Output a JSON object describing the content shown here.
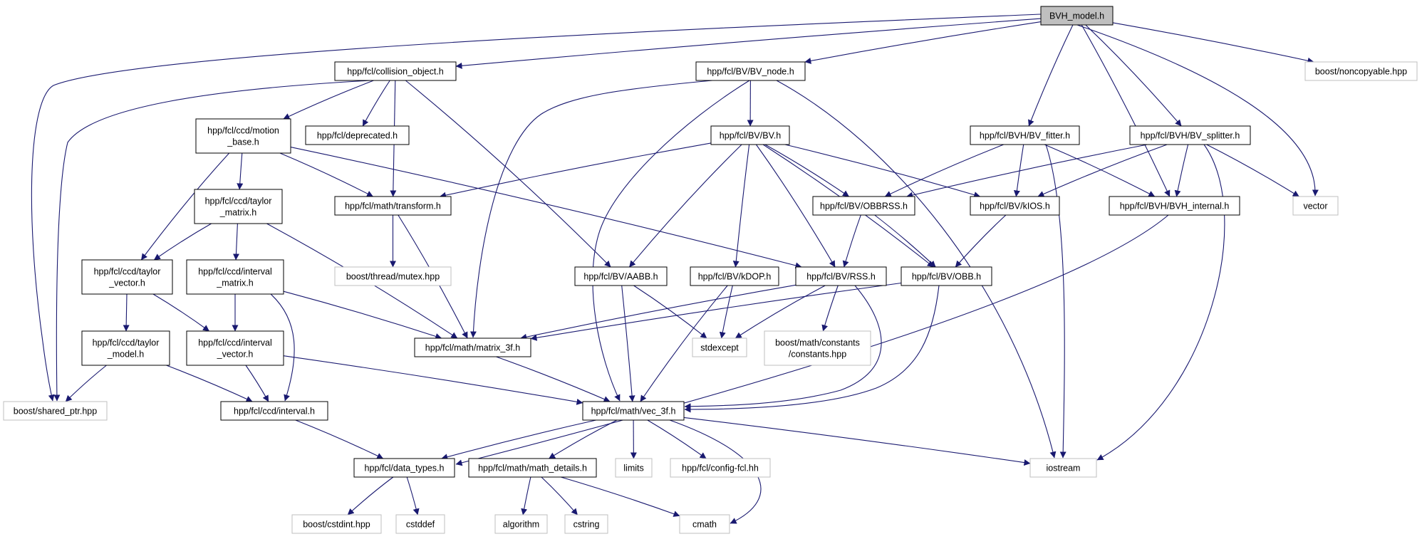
{
  "colors": {
    "edge": "#191970",
    "node_border": "#000000",
    "external_border": "#bfbfbf",
    "root_fill": "#bfbfbf",
    "node_fill": "#ffffff"
  },
  "nodes": [
    {
      "id": "bvh_model",
      "lines": [
        "BVH_model.h"
      ],
      "kind": "root"
    },
    {
      "id": "collision_object",
      "lines": [
        "hpp/fcl/collision_object.h"
      ],
      "kind": "header"
    },
    {
      "id": "bv_node",
      "lines": [
        "hpp/fcl/BV/BV_node.h"
      ],
      "kind": "header"
    },
    {
      "id": "noncopyable",
      "lines": [
        "boost/noncopyable.hpp"
      ],
      "kind": "external"
    },
    {
      "id": "ccd_motion_base",
      "lines": [
        "hpp/fcl/ccd/motion",
        "_base.h"
      ],
      "kind": "header"
    },
    {
      "id": "deprecated",
      "lines": [
        "hpp/fcl/deprecated.h"
      ],
      "kind": "header"
    },
    {
      "id": "bv_bv",
      "lines": [
        "hpp/fcl/BV/BV.h"
      ],
      "kind": "header"
    },
    {
      "id": "bv_fitter",
      "lines": [
        "hpp/fcl/BVH/BV_fitter.h"
      ],
      "kind": "header"
    },
    {
      "id": "bv_splitter",
      "lines": [
        "hpp/fcl/BVH/BV_splitter.h"
      ],
      "kind": "header"
    },
    {
      "id": "taylor_matrix",
      "lines": [
        "hpp/fcl/ccd/taylor",
        "_matrix.h"
      ],
      "kind": "header"
    },
    {
      "id": "math_transform",
      "lines": [
        "hpp/fcl/math/transform.h"
      ],
      "kind": "header"
    },
    {
      "id": "obbrss",
      "lines": [
        "hpp/fcl/BV/OBBRSS.h"
      ],
      "kind": "header"
    },
    {
      "id": "kios",
      "lines": [
        "hpp/fcl/BV/kIOS.h"
      ],
      "kind": "header"
    },
    {
      "id": "bvh_internal",
      "lines": [
        "hpp/fcl/BVH/BVH_internal.h"
      ],
      "kind": "header"
    },
    {
      "id": "vector",
      "lines": [
        "vector"
      ],
      "kind": "external"
    },
    {
      "id": "taylor_vector",
      "lines": [
        "hpp/fcl/ccd/taylor",
        "_vector.h"
      ],
      "kind": "header"
    },
    {
      "id": "interval_matrix",
      "lines": [
        "hpp/fcl/ccd/interval",
        "_matrix.h"
      ],
      "kind": "header"
    },
    {
      "id": "boost_mutex",
      "lines": [
        "boost/thread/mutex.hpp"
      ],
      "kind": "external"
    },
    {
      "id": "aabb",
      "lines": [
        "hpp/fcl/BV/AABB.h"
      ],
      "kind": "header"
    },
    {
      "id": "kdop",
      "lines": [
        "hpp/fcl/BV/kDOP.h"
      ],
      "kind": "header"
    },
    {
      "id": "rss",
      "lines": [
        "hpp/fcl/BV/RSS.h"
      ],
      "kind": "header"
    },
    {
      "id": "obb",
      "lines": [
        "hpp/fcl/BV/OBB.h"
      ],
      "kind": "header"
    },
    {
      "id": "taylor_model",
      "lines": [
        "hpp/fcl/ccd/taylor",
        "_model.h"
      ],
      "kind": "header"
    },
    {
      "id": "interval_vector",
      "lines": [
        "hpp/fcl/ccd/interval",
        "_vector.h"
      ],
      "kind": "header"
    },
    {
      "id": "matrix_3f",
      "lines": [
        "hpp/fcl/math/matrix_3f.h"
      ],
      "kind": "header"
    },
    {
      "id": "stdexcept",
      "lines": [
        "stdexcept"
      ],
      "kind": "external"
    },
    {
      "id": "boost_constants",
      "lines": [
        "boost/math/constants",
        "/constants.hpp"
      ],
      "kind": "external"
    },
    {
      "id": "shared_ptr",
      "lines": [
        "boost/shared_ptr.hpp"
      ],
      "kind": "external"
    },
    {
      "id": "ccd_interval",
      "lines": [
        "hpp/fcl/ccd/interval.h"
      ],
      "kind": "header"
    },
    {
      "id": "vec_3f",
      "lines": [
        "hpp/fcl/math/vec_3f.h"
      ],
      "kind": "header"
    },
    {
      "id": "data_types",
      "lines": [
        "hpp/fcl/data_types.h"
      ],
      "kind": "header"
    },
    {
      "id": "math_details",
      "lines": [
        "hpp/fcl/math/math_details.h"
      ],
      "kind": "header"
    },
    {
      "id": "limits",
      "lines": [
        "limits"
      ],
      "kind": "external"
    },
    {
      "id": "config_fcl",
      "lines": [
        "hpp/fcl/config-fcl.hh"
      ],
      "kind": "external"
    },
    {
      "id": "iostream",
      "lines": [
        "iostream"
      ],
      "kind": "external"
    },
    {
      "id": "cstdint",
      "lines": [
        "boost/cstdint.hpp"
      ],
      "kind": "external"
    },
    {
      "id": "cstddef",
      "lines": [
        "cstddef"
      ],
      "kind": "external"
    },
    {
      "id": "algorithm",
      "lines": [
        "algorithm"
      ],
      "kind": "external"
    },
    {
      "id": "cstring",
      "lines": [
        "cstring"
      ],
      "kind": "external"
    },
    {
      "id": "cmath",
      "lines": [
        "cmath"
      ],
      "kind": "external"
    }
  ],
  "edges": [
    {
      "from": "bvh_model",
      "to": "collision_object"
    },
    {
      "from": "bvh_model",
      "to": "bv_node"
    },
    {
      "from": "bvh_model",
      "to": "noncopyable"
    },
    {
      "from": "bvh_model",
      "to": "shared_ptr"
    },
    {
      "from": "bvh_model",
      "to": "bv_fitter"
    },
    {
      "from": "bvh_model",
      "to": "bv_splitter"
    },
    {
      "from": "bvh_model",
      "to": "bvh_internal"
    },
    {
      "from": "bvh_model",
      "to": "vector"
    },
    {
      "from": "collision_object",
      "to": "ccd_motion_base"
    },
    {
      "from": "collision_object",
      "to": "deprecated"
    },
    {
      "from": "collision_object",
      "to": "math_transform"
    },
    {
      "from": "collision_object",
      "to": "aabb"
    },
    {
      "from": "collision_object",
      "to": "shared_ptr"
    },
    {
      "from": "bv_node",
      "to": "bv_bv"
    },
    {
      "from": "bv_node",
      "to": "matrix_3f"
    },
    {
      "from": "bv_node",
      "to": "vec_3f"
    },
    {
      "from": "bv_node",
      "to": "iostream"
    },
    {
      "from": "ccd_motion_base",
      "to": "taylor_matrix"
    },
    {
      "from": "ccd_motion_base",
      "to": "math_transform"
    },
    {
      "from": "ccd_motion_base",
      "to": "taylor_vector"
    },
    {
      "from": "ccd_motion_base",
      "to": "rss"
    },
    {
      "from": "bv_bv",
      "to": "math_transform"
    },
    {
      "from": "bv_bv",
      "to": "aabb"
    },
    {
      "from": "bv_bv",
      "to": "kdop"
    },
    {
      "from": "bv_bv",
      "to": "rss"
    },
    {
      "from": "bv_bv",
      "to": "obb"
    },
    {
      "from": "bv_bv",
      "to": "obbrss"
    },
    {
      "from": "bv_bv",
      "to": "kios"
    },
    {
      "from": "bv_fitter",
      "to": "obbrss"
    },
    {
      "from": "bv_fitter",
      "to": "kios"
    },
    {
      "from": "bv_fitter",
      "to": "bvh_internal"
    },
    {
      "from": "bv_fitter",
      "to": "iostream"
    },
    {
      "from": "bv_splitter",
      "to": "obbrss"
    },
    {
      "from": "bv_splitter",
      "to": "kios"
    },
    {
      "from": "bv_splitter",
      "to": "bvh_internal"
    },
    {
      "from": "bv_splitter",
      "to": "vector"
    },
    {
      "from": "bv_splitter",
      "to": "iostream"
    },
    {
      "from": "taylor_matrix",
      "to": "taylor_vector"
    },
    {
      "from": "taylor_matrix",
      "to": "interval_matrix"
    },
    {
      "from": "taylor_matrix",
      "to": "matrix_3f"
    },
    {
      "from": "math_transform",
      "to": "boost_mutex"
    },
    {
      "from": "math_transform",
      "to": "matrix_3f"
    },
    {
      "from": "obbrss",
      "to": "rss"
    },
    {
      "from": "obbrss",
      "to": "obb"
    },
    {
      "from": "kios",
      "to": "obb"
    },
    {
      "from": "bvh_internal",
      "to": "data_types"
    },
    {
      "from": "taylor_vector",
      "to": "taylor_model"
    },
    {
      "from": "taylor_vector",
      "to": "interval_vector"
    },
    {
      "from": "interval_matrix",
      "to": "interval_vector"
    },
    {
      "from": "interval_matrix",
      "to": "ccd_interval"
    },
    {
      "from": "interval_matrix",
      "to": "matrix_3f"
    },
    {
      "from": "aabb",
      "to": "vec_3f"
    },
    {
      "from": "aabb",
      "to": "stdexcept"
    },
    {
      "from": "kdop",
      "to": "vec_3f"
    },
    {
      "from": "kdop",
      "to": "stdexcept"
    },
    {
      "from": "rss",
      "to": "matrix_3f"
    },
    {
      "from": "rss",
      "to": "stdexcept"
    },
    {
      "from": "rss",
      "to": "boost_constants"
    },
    {
      "from": "rss",
      "to": "vec_3f"
    },
    {
      "from": "obb",
      "to": "matrix_3f"
    },
    {
      "from": "obb",
      "to": "vec_3f"
    },
    {
      "from": "taylor_model",
      "to": "shared_ptr"
    },
    {
      "from": "taylor_model",
      "to": "ccd_interval"
    },
    {
      "from": "interval_vector",
      "to": "ccd_interval"
    },
    {
      "from": "interval_vector",
      "to": "vec_3f"
    },
    {
      "from": "matrix_3f",
      "to": "vec_3f"
    },
    {
      "from": "ccd_interval",
      "to": "data_types"
    },
    {
      "from": "vec_3f",
      "to": "data_types"
    },
    {
      "from": "vec_3f",
      "to": "math_details"
    },
    {
      "from": "vec_3f",
      "to": "limits"
    },
    {
      "from": "vec_3f",
      "to": "config_fcl"
    },
    {
      "from": "vec_3f",
      "to": "iostream"
    },
    {
      "from": "vec_3f",
      "to": "cmath"
    },
    {
      "from": "data_types",
      "to": "cstdint"
    },
    {
      "from": "data_types",
      "to": "cstddef"
    },
    {
      "from": "math_details",
      "to": "algorithm"
    },
    {
      "from": "math_details",
      "to": "cstring"
    },
    {
      "from": "math_details",
      "to": "cmath"
    }
  ]
}
